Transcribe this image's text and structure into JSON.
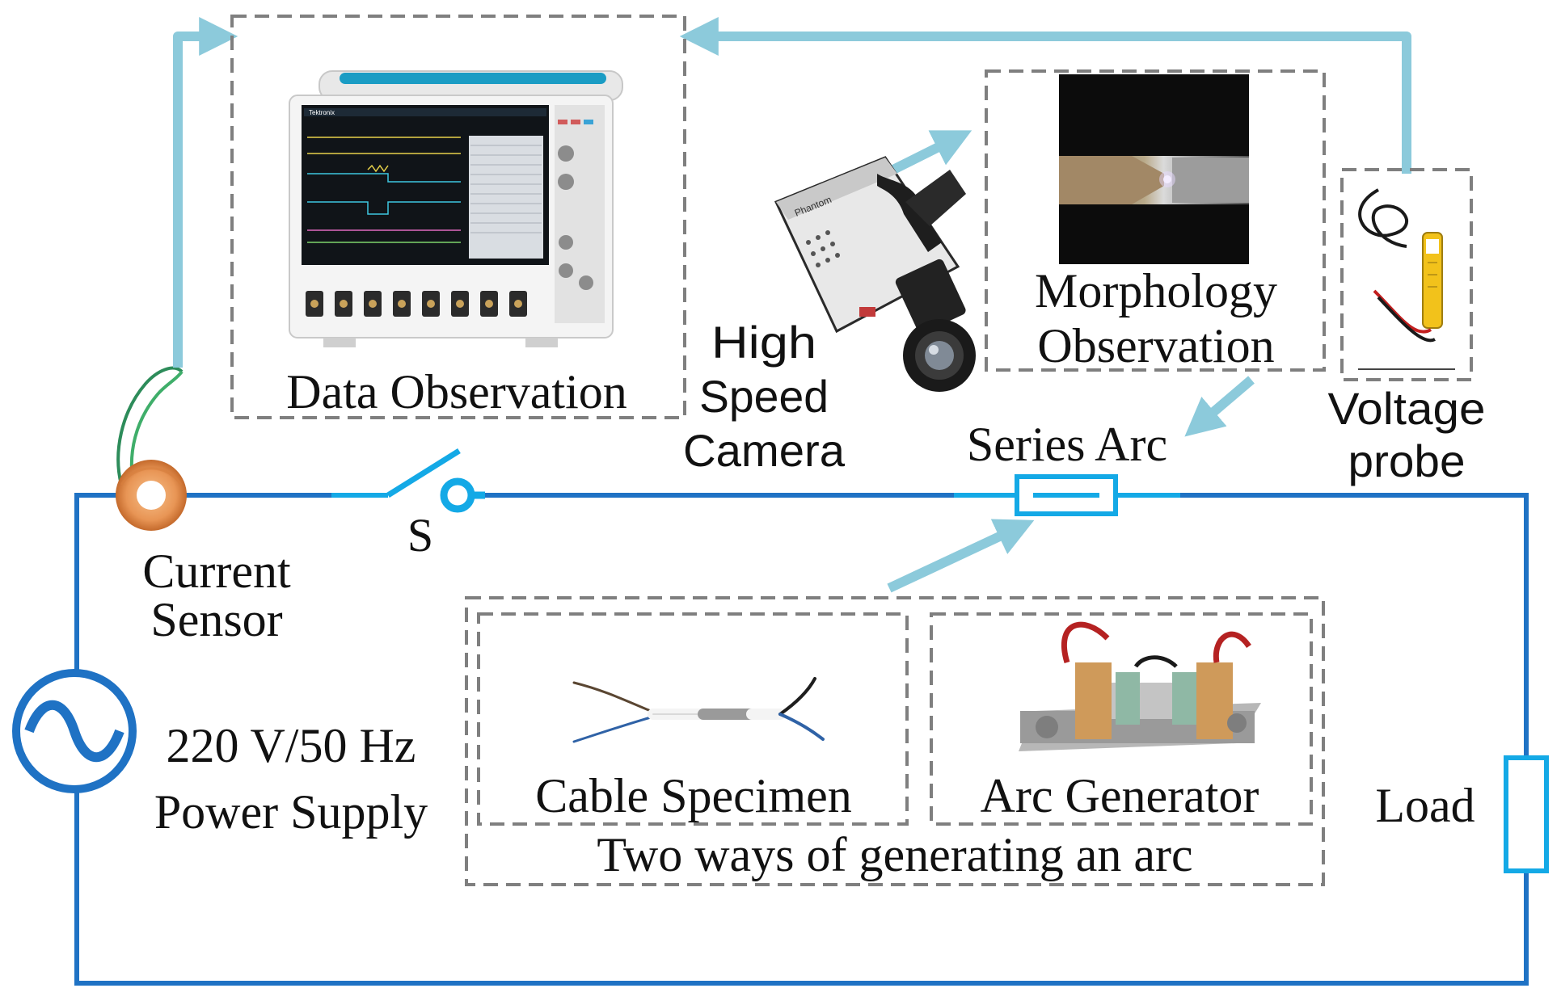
{
  "labels": {
    "data_observation": "Data Observation",
    "morphology_line1": "Morphology",
    "morphology_line2": "Observation",
    "camera_line1": "High",
    "camera_line2": "Speed",
    "camera_line3": "Camera",
    "series_arc": "Series Arc",
    "voltage_line1": "Voltage",
    "voltage_line2": "probe",
    "current_line1": "Current",
    "current_line2": "Sensor",
    "switch": "S",
    "supply_line1": "220 V/50 Hz",
    "supply_line2": "Power Supply",
    "cable_specimen": "Cable Specimen",
    "arc_generator": "Arc Generator",
    "two_ways": "Two ways of generating an arc",
    "load": "Load"
  },
  "scope_brand": "Tektronix",
  "camera_brand": "Phantom",
  "colors": {
    "circuit": "#1f72c4",
    "arrow": "#8ccadb",
    "highlight": "#14a9e6",
    "dashed_box": "#7f7f7f",
    "sensor_lead": "#2d8c5a"
  }
}
